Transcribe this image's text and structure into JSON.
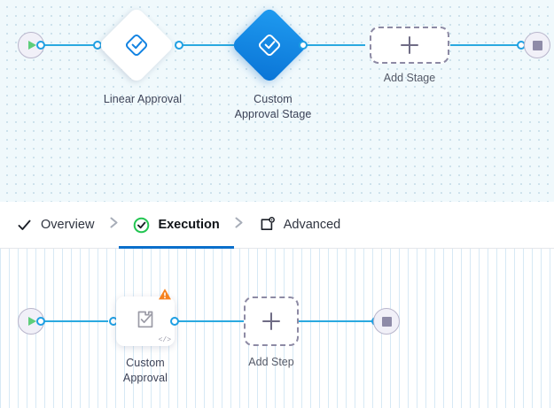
{
  "theme": {
    "accent_blue": "#2aa9e0",
    "selected_blue": "#0f86e6",
    "active_tab_blue": "#0b6fcb",
    "success_green": "#22c55e",
    "warning_orange": "#f5821f",
    "canvas_stage_bg": "#f0f9fc",
    "canvas_step_bg": "#ffffff",
    "label_text": "#3c4257"
  },
  "stage_canvas": {
    "name": "stage-graph",
    "start_node": {
      "icon": "play-icon",
      "label": "Start"
    },
    "end_node": {
      "icon": "stop-icon",
      "label": "End"
    },
    "nodes": [
      {
        "id": "linear-approval",
        "label": "Linear Approval",
        "icon": "approval-diamond-icon",
        "selected": false
      },
      {
        "id": "custom-approval-stage",
        "label": "Custom\nApproval Stage",
        "icon": "approval-diamond-icon",
        "selected": true
      }
    ],
    "add_placeholder": {
      "label": "Add Stage",
      "icon": "plus-icon"
    }
  },
  "tabs": {
    "items": [
      {
        "id": "overview",
        "label": "Overview",
        "icon": "check-icon",
        "active": false
      },
      {
        "id": "execution",
        "label": "Execution",
        "icon": "check-circle-green-icon",
        "active": true
      },
      {
        "id": "advanced",
        "label": "Advanced",
        "icon": "settings-box-icon",
        "active": false
      }
    ],
    "separator_icon": "chevron-right-icon"
  },
  "step_canvas": {
    "name": "step-graph",
    "start_node": {
      "icon": "play-icon",
      "label": "Start"
    },
    "end_node": {
      "icon": "stop-icon",
      "label": "End"
    },
    "nodes": [
      {
        "id": "custom-approval",
        "label": "Custom\nApproval",
        "icon": "approval-document-icon",
        "badge_icon": "warning-triangle-icon",
        "corner_icon": "code-icon",
        "corner_text": "</>"
      }
    ],
    "add_placeholder": {
      "label": "Add Step",
      "icon": "plus-icon"
    }
  }
}
